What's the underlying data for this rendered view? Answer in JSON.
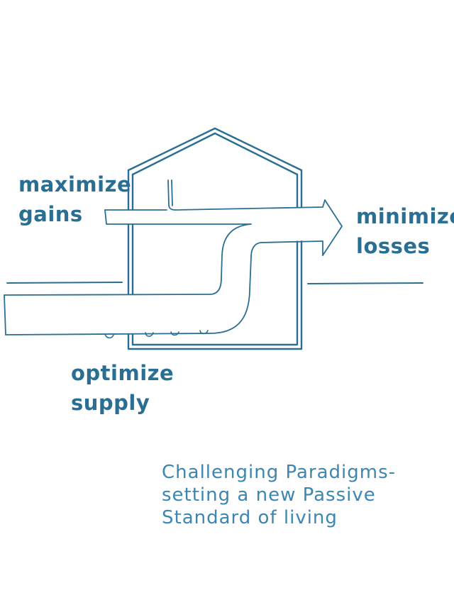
{
  "colors": {
    "stroke": "#2a6f93",
    "label": "#2a6f93",
    "caption": "#3c86b0",
    "background": "#ffffff"
  },
  "labels": {
    "gains_line1": "maximize",
    "gains_line2": "gains",
    "losses_line1": "minimize",
    "losses_line2": "losses",
    "supply_line1": "optimize",
    "supply_line2": "supply"
  },
  "caption": {
    "line1": "Challenging Paradigms-",
    "line2": "setting a new Passive",
    "line3": "Standard of living"
  }
}
